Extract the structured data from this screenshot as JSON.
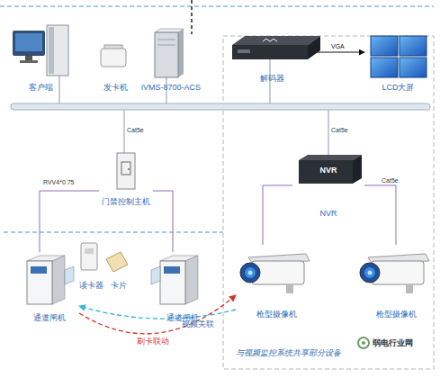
{
  "diagram": {
    "nodes": [
      {
        "text": [
          "客户端"
        ]
      },
      {
        "text": [
          "发卡机"
        ]
      },
      {
        "text": [
          "iVMS-8700-ACS"
        ]
      },
      {
        "text": [
          "解码器"
        ]
      },
      {
        "text": [
          "LCD大屏"
        ]
      },
      {
        "text": [
          "门禁控制主机"
        ]
      },
      {
        "text": [
          "NVR",
          "NVR"
        ]
      },
      {
        "text": [
          "通道闸机"
        ]
      },
      {
        "text": [
          "读卡器"
        ]
      },
      {
        "text": [
          "卡片"
        ]
      },
      {
        "text": [
          "通道闸机"
        ]
      },
      {
        "text": [
          "枪型摄像机"
        ]
      },
      {
        "text": [
          "枪型摄像机"
        ]
      }
    ],
    "edges": [
      {
        "from": 3,
        "to": 4,
        "arrow": "to",
        "label": "VGA"
      },
      {
        "from": 5,
        "to": 7,
        "arrow": "none",
        "label": "RVV4*0.75"
      },
      {
        "from": 5,
        "to": 10,
        "arrow": "none"
      },
      {
        "from": 6,
        "to": 11,
        "arrow": "none"
      },
      {
        "from": 6,
        "to": 12,
        "arrow": "none",
        "label": "Cat5e"
      },
      {
        "from": 7,
        "to": 11,
        "arrow": "to",
        "label": "刷卡联动"
      },
      {
        "from": 11,
        "to": 7,
        "arrow": "to",
        "label": "视频关联"
      }
    ],
    "labels": [
      "Cat5e",
      "Cat5e",
      "与视频监控系统共享部分设备",
      "弱电行业网"
    ]
  }
}
